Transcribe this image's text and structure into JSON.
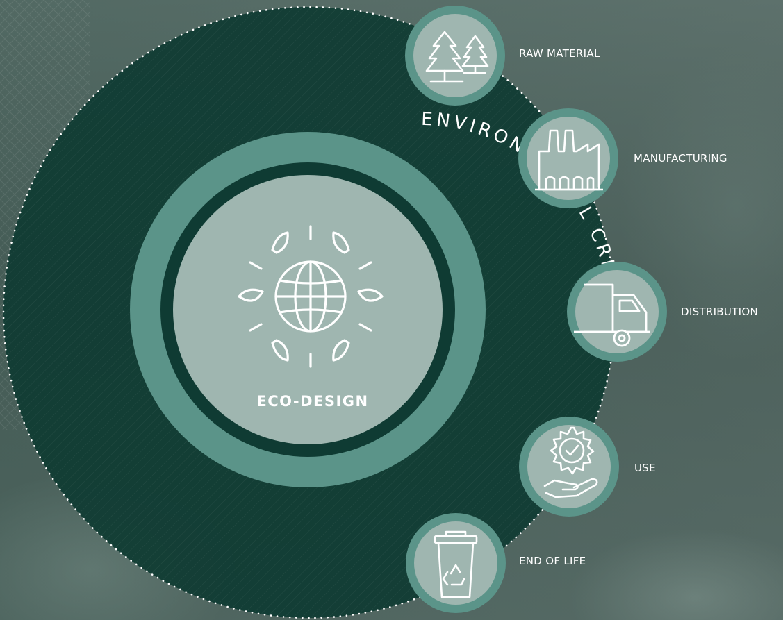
{
  "center": {
    "title": "ECO-DESIGN",
    "icon": "globe-sun-icon"
  },
  "arc_text": "ENVIRONMENTAL CRITERIA",
  "stages": [
    {
      "label": "RAW MATERIAL",
      "icon": "trees-icon"
    },
    {
      "label": "MANUFACTURING",
      "icon": "factory-icon"
    },
    {
      "label": "DISTRIBUTION",
      "icon": "truck-icon"
    },
    {
      "label": "USE",
      "icon": "gear-hand-icon"
    },
    {
      "label": "END OF LIFE",
      "icon": "recycle-bin-icon"
    }
  ],
  "colors": {
    "dark_circle": "#0f3b33",
    "teal_ring": "#5b9489",
    "light_disc": "#9fb6b0",
    "stage_border": "#5b9489",
    "stage_fill": "#9fb6b0"
  }
}
